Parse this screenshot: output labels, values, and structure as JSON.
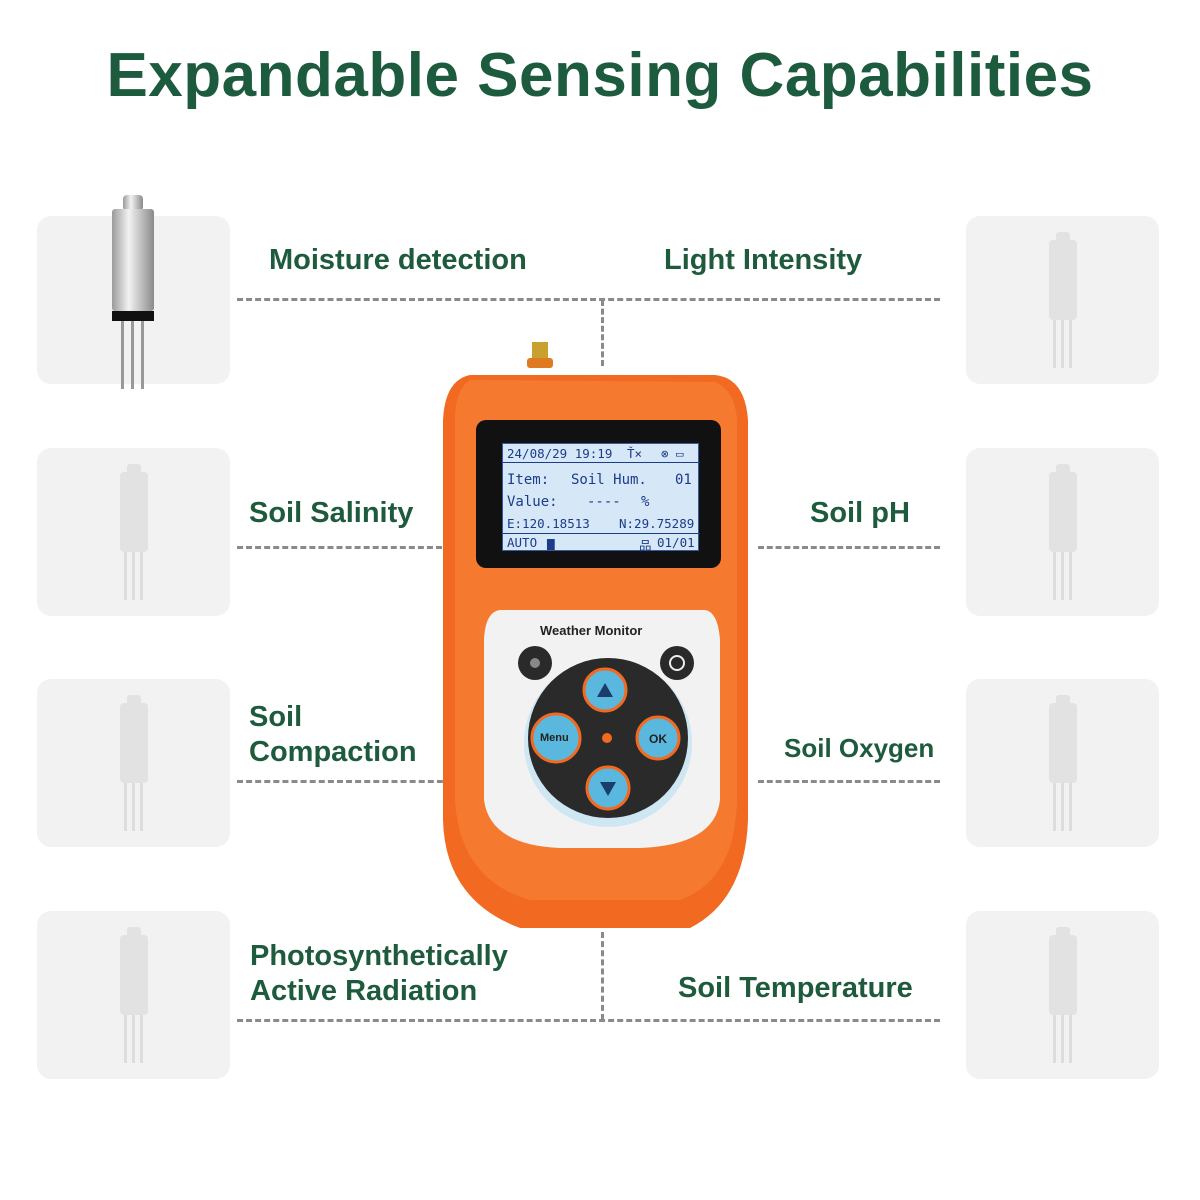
{
  "title": "Expandable Sensing Capabilities",
  "labels": {
    "moisture": "Moisture detection",
    "light": "Light Intensity",
    "salinity": "Soil Salinity",
    "ph": "Soil pH",
    "compaction_1": "Soil",
    "compaction_2": "Compaction",
    "oxygen": "Soil Oxygen",
    "par_1": "Photosynthetically",
    "par_2": "Active Radiation",
    "temperature": "Soil Temperature"
  },
  "device": {
    "brand": "Weather Monitor",
    "menu": "Menu",
    "ok": "OK",
    "screen": {
      "datetime": "24/08/29 19:19",
      "item_label": "Item:",
      "item_value": "Soil Hum.",
      "item_no": "01",
      "value_label": "Value:",
      "value": "----",
      "unit": "%",
      "east": "E:120.18513",
      "north": "N:29.75289",
      "mode": "AUTO",
      "page": "01/01"
    }
  },
  "colors": {
    "title": "#1d5b3f",
    "device": "#f26a21",
    "button": "#5ab8de"
  }
}
